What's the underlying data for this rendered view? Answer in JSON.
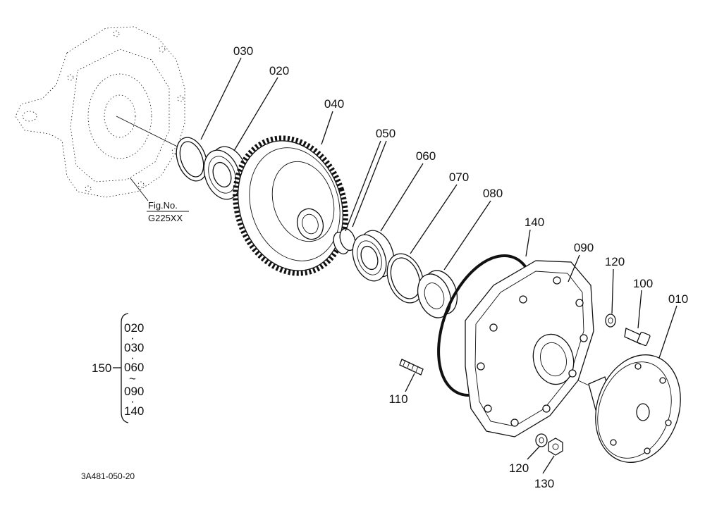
{
  "diagram": {
    "part_labels": {
      "p030": "030",
      "p020": "020",
      "p040": "040",
      "p050": "050",
      "p060": "060",
      "p070": "070",
      "p080": "080",
      "p140": "140",
      "p090": "090",
      "p120a": "120",
      "p100": "100",
      "p010": "010",
      "p110": "110",
      "p120b": "120",
      "p130": "130"
    },
    "figure_ref": {
      "line1": "Fig.No.",
      "line2": "G225XX"
    },
    "kit": {
      "label": "150",
      "items": [
        "020",
        "030",
        "060",
        "090",
        "140"
      ],
      "separators": [
        "·",
        "·",
        "~",
        "·"
      ]
    },
    "drawing_id": "3A481-050-20"
  }
}
